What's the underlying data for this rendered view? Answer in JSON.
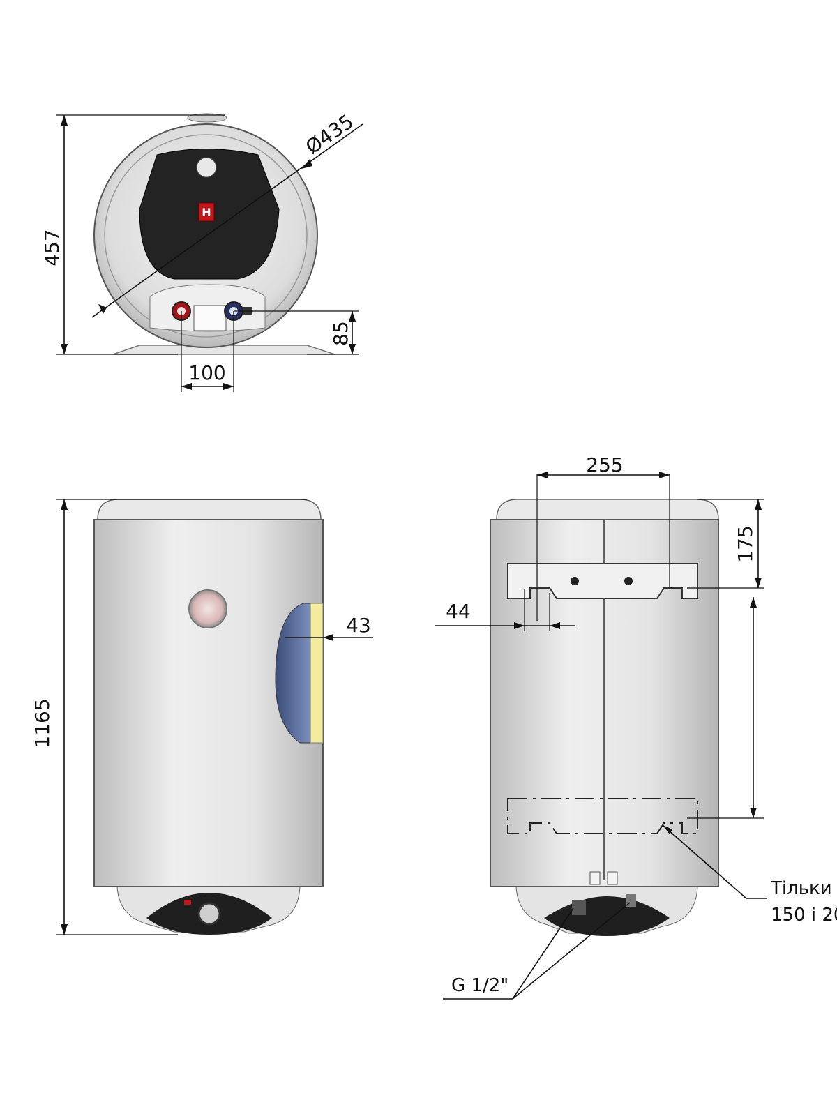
{
  "dimensions": {
    "diameter": "Ø435",
    "height_top": "457",
    "pipe_height": "85",
    "pipe_spacing": "100",
    "total_height": "1165",
    "panel_offset": "43",
    "bracket_width": "255",
    "bracket_top": "175",
    "hook_width": "44"
  },
  "notes": {
    "only_line1": "Тільки",
    "only_line2": "150 і 20",
    "thread": "G 1/2\""
  },
  "colors": {
    "body": "#d9d9d9",
    "dark_panel": "#1f1f1f",
    "blue_panel": "#566b9a",
    "yellow_strip": "#f3ec9c",
    "red_pipe": "#a4161a",
    "blue_pipe": "#27305f",
    "brand_red": "#c0181c"
  }
}
